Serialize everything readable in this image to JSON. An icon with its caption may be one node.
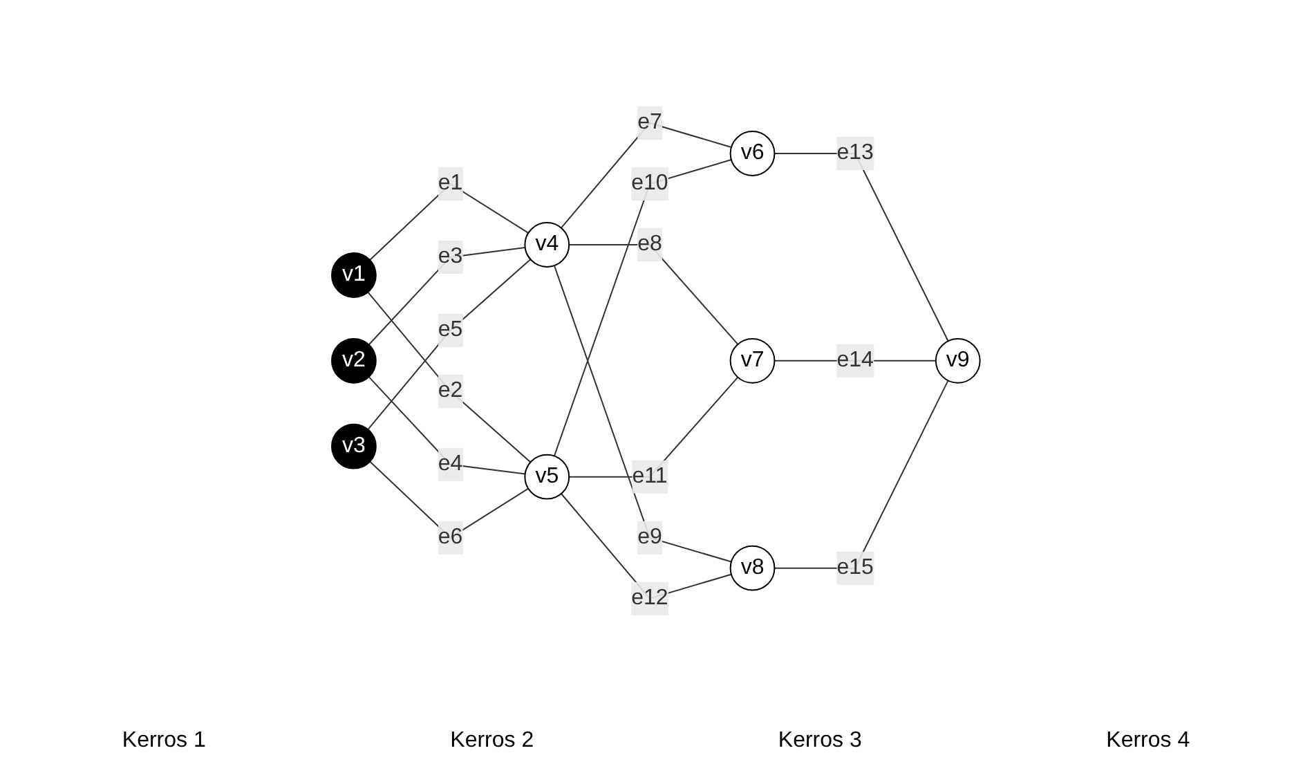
{
  "diagram": {
    "nodes": [
      {
        "text": [
          "v1"
        ]
      },
      {
        "text": [
          "v2"
        ]
      },
      {
        "text": [
          "v3"
        ]
      },
      {
        "text": [
          "v4"
        ]
      },
      {
        "text": [
          "v5"
        ]
      },
      {
        "text": [
          "v6"
        ]
      },
      {
        "text": [
          "v7"
        ]
      },
      {
        "text": [
          "v8"
        ]
      },
      {
        "text": [
          "v9"
        ]
      }
    ],
    "edges": [
      {
        "from": 0,
        "to": 3,
        "arrow": "none",
        "label": "e1"
      },
      {
        "from": 0,
        "to": 4,
        "arrow": "none",
        "label": "e2"
      },
      {
        "from": 1,
        "to": 3,
        "arrow": "none",
        "label": "e3"
      },
      {
        "from": 1,
        "to": 4,
        "arrow": "none",
        "label": "e4"
      },
      {
        "from": 2,
        "to": 3,
        "arrow": "none",
        "label": "e5"
      },
      {
        "from": 2,
        "to": 4,
        "arrow": "none",
        "label": "e6"
      },
      {
        "from": 3,
        "to": 5,
        "arrow": "none",
        "label": "e7"
      },
      {
        "from": 3,
        "to": 6,
        "arrow": "none",
        "label": "e8"
      },
      {
        "from": 3,
        "to": 7,
        "arrow": "none",
        "label": "e9"
      },
      {
        "from": 4,
        "to": 5,
        "arrow": "none",
        "label": "e10"
      },
      {
        "from": 4,
        "to": 6,
        "arrow": "none",
        "label": "e11"
      },
      {
        "from": 4,
        "to": 7,
        "arrow": "none",
        "label": "e12"
      },
      {
        "from": 5,
        "to": 8,
        "arrow": "none",
        "label": "e13"
      },
      {
        "from": 6,
        "to": 8,
        "arrow": "none",
        "label": "e14"
      },
      {
        "from": 7,
        "to": 8,
        "arrow": "none",
        "label": "e15"
      }
    ],
    "labels": [
      "Kerros 1",
      "Kerros 2",
      "Kerros 3",
      "Kerros 4"
    ]
  }
}
